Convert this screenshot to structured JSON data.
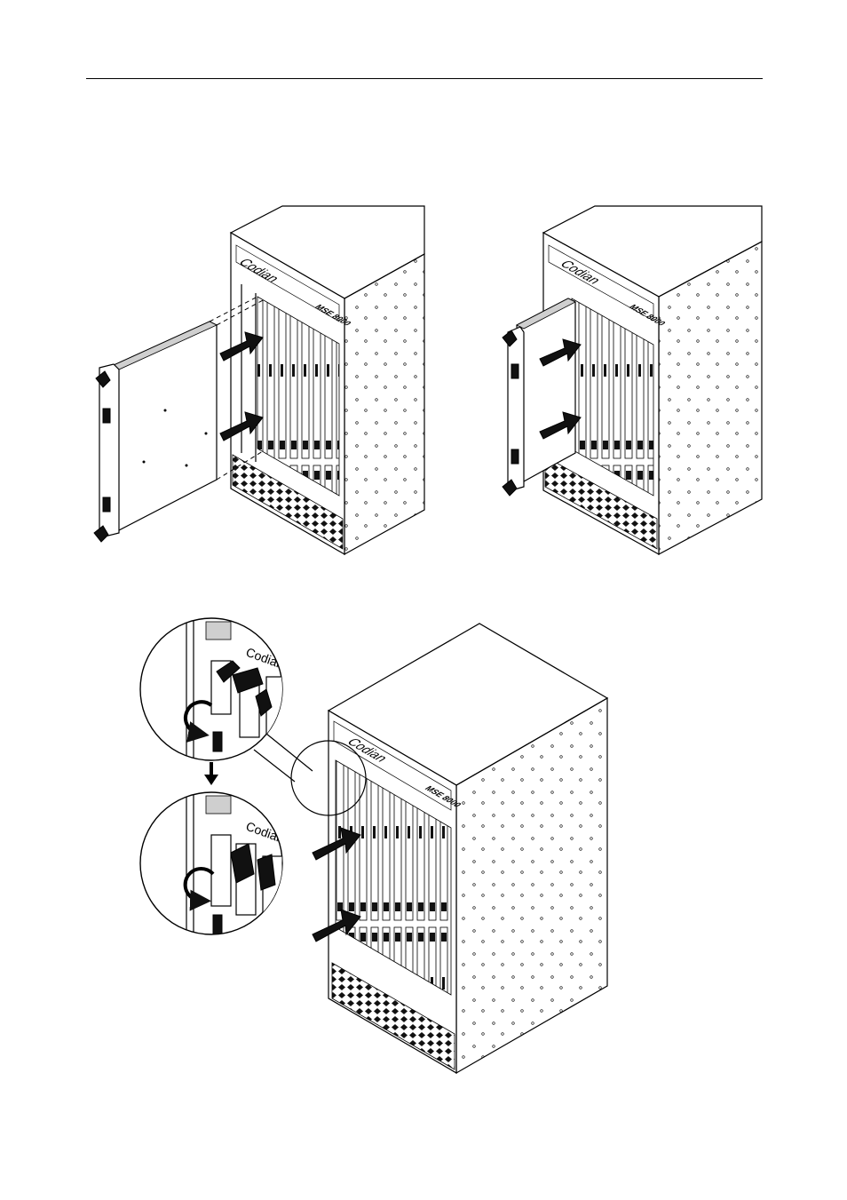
{
  "brand_label": "Codian",
  "model_label": "MSE 8000",
  "figures": [
    {
      "id": "card-approach"
    },
    {
      "id": "card-inserted"
    },
    {
      "id": "ejector-close-detail"
    }
  ]
}
